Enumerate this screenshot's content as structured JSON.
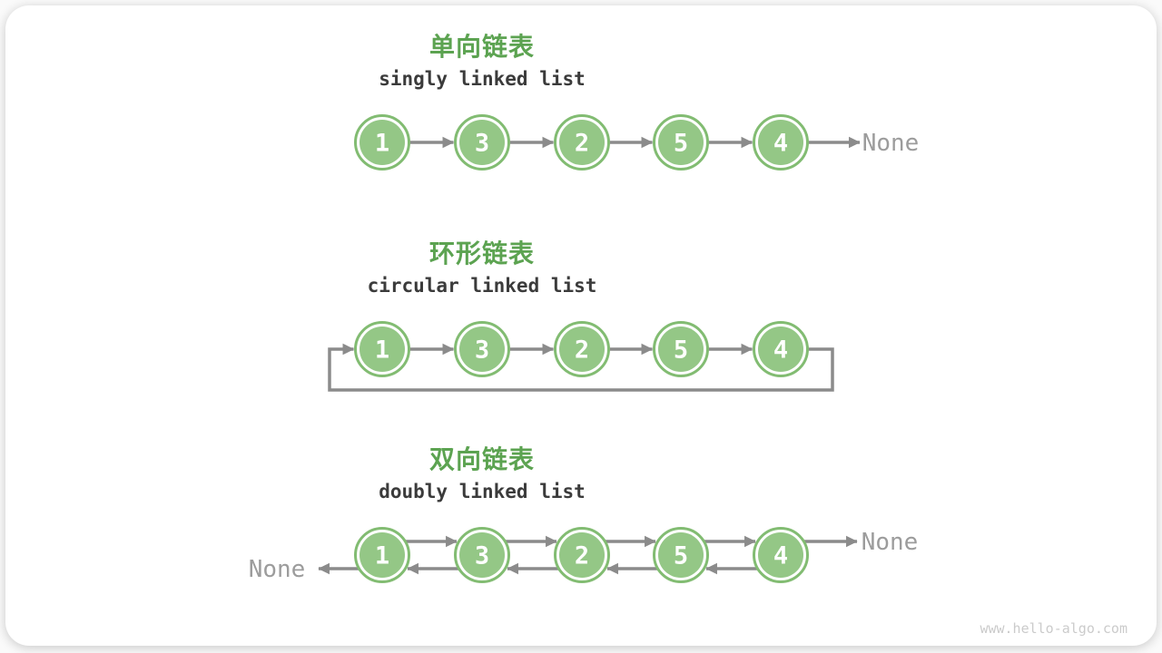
{
  "page": {
    "watermark": "www.hello-algo.com"
  },
  "colors": {
    "title_green": "#5CA351",
    "node_fill": "#94C786",
    "node_ring": "#82BC72",
    "node_value_text": "#FFFFFF",
    "arrow_gray": "#8B8B8B",
    "none_gray": "#9C9C9C",
    "subtitle_text": "#3B3B3B",
    "watermark_gray": "#CBCBCB"
  },
  "sections": [
    {
      "id": "singly",
      "title": "单向链表",
      "subtitle": "singly linked list",
      "nodes": [
        "1",
        "3",
        "2",
        "5",
        "4"
      ],
      "tail_label": "None"
    },
    {
      "id": "circular",
      "title": "环形链表",
      "subtitle": "circular linked list",
      "nodes": [
        "1",
        "3",
        "2",
        "5",
        "4"
      ]
    },
    {
      "id": "doubly",
      "title": "双向链表",
      "subtitle": "doubly linked list",
      "nodes": [
        "1",
        "3",
        "2",
        "5",
        "4"
      ],
      "head_label": "None",
      "tail_label": "None"
    }
  ]
}
